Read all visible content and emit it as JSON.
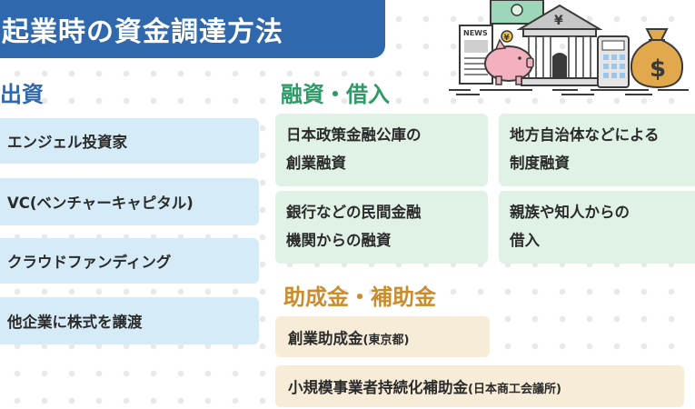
{
  "title": "起業時の資金調達方法",
  "sections": {
    "investment": {
      "heading": "出資",
      "items": [
        "エンジェル投資家",
        "VC(ベンチャーキャピタル)",
        "クラウドファンディング",
        "他企業に株式を譲渡"
      ]
    },
    "loans": {
      "heading": "融資・借入",
      "items": [
        {
          "line1": "日本政策金融公庫の",
          "line2": "創業融資"
        },
        {
          "line1": "地方自治体などによる",
          "line2": "制度融資"
        },
        {
          "line1": "銀行などの民間金融",
          "line2": "機関からの融資"
        },
        {
          "line1": "親族や知人からの",
          "line2": "借入"
        }
      ]
    },
    "grants": {
      "heading": "助成金・補助金",
      "items": [
        {
          "main": "創業助成金",
          "note": "(東京都)"
        },
        {
          "main": "小規模事業者持続化補助金",
          "note": "(日本商工会議所)"
        }
      ]
    }
  },
  "illustration": {
    "newspaper_label": "NEWS",
    "bank_symbol": "¥",
    "bag_symbol": "$",
    "piggy_coin_symbol": "¥"
  },
  "colors": {
    "title_bg": "#2f68ad",
    "investment": "#2f68ad",
    "loans": "#2e9a67",
    "grants": "#c98d2e"
  }
}
